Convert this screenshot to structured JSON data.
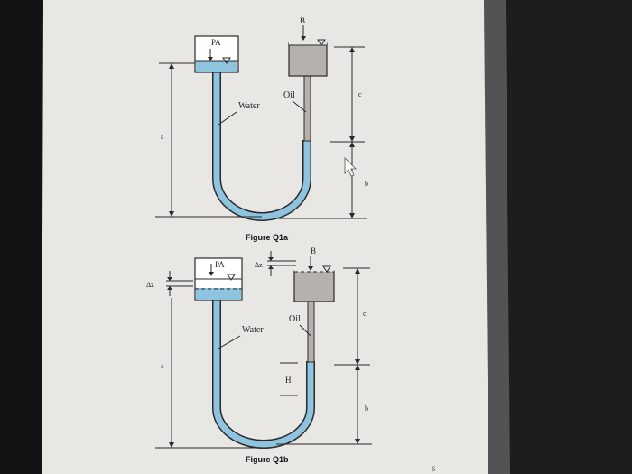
{
  "figure_a": {
    "caption": "Figure Q1a",
    "pressure_label": "PA",
    "open_label": "B",
    "water_label": "Water",
    "oil_label": "Oil",
    "dim_a": "a",
    "dim_b": "b",
    "dim_c": "c"
  },
  "figure_b": {
    "caption": "Figure Q1b",
    "pressure_label": "PA",
    "open_label": "B",
    "water_label": "Water",
    "oil_label": "Oil",
    "delta_z_left": "Δz",
    "delta_z_mid": "Δz",
    "height_label": "H",
    "dim_a": "a",
    "dim_b": "b",
    "dim_c": "c"
  },
  "page_number": "6",
  "colors": {
    "water": "#8ec4df",
    "oil": "#b5b1ad",
    "paper": "#e9e7e4",
    "outline": "#2a2a2a"
  }
}
